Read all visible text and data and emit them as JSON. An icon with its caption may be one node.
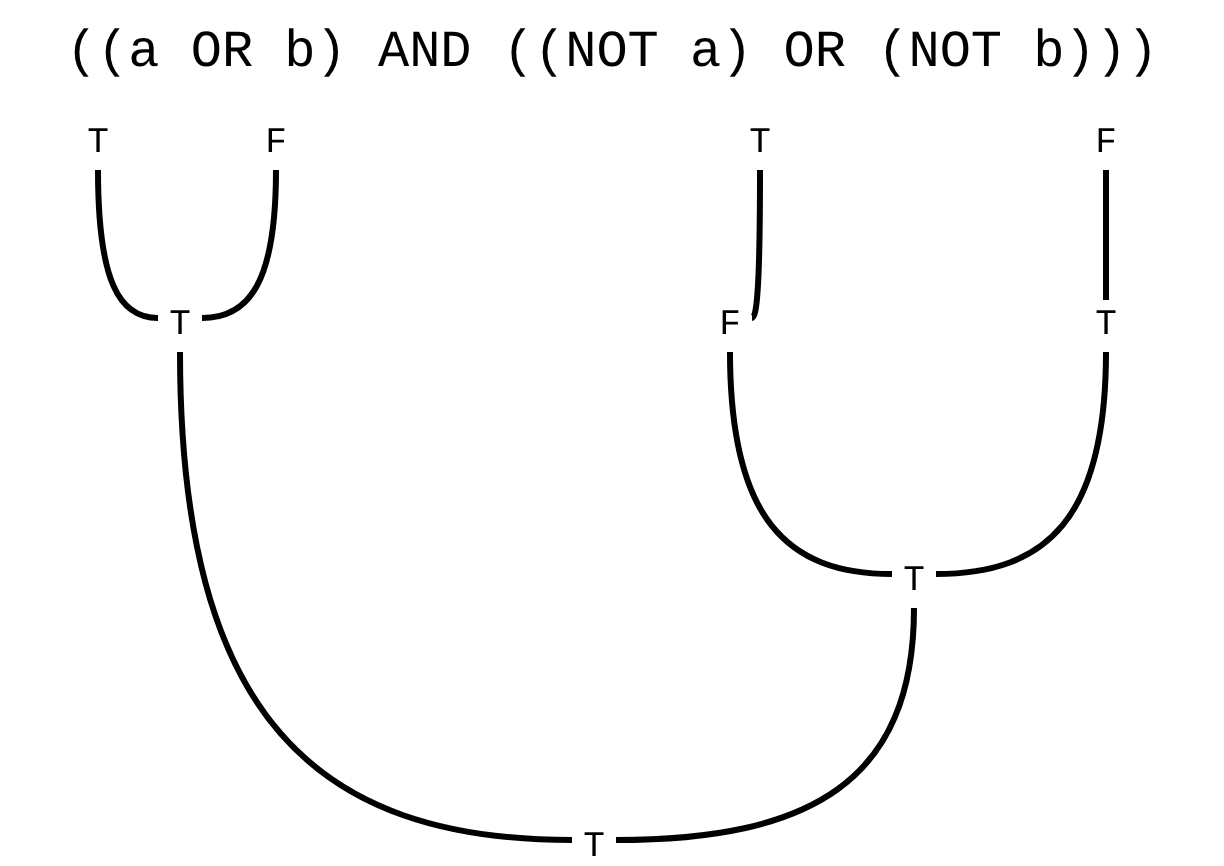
{
  "diagram": {
    "title": "((a OR b) AND ((NOT a) OR (NOT b)))",
    "nodes": [
      {
        "text": [
          "T"
        ]
      },
      {
        "text": [
          "F"
        ]
      },
      {
        "text": [
          "T"
        ]
      },
      {
        "text": [
          "F"
        ]
      },
      {
        "text": [
          "T"
        ]
      },
      {
        "text": [
          "F"
        ]
      },
      {
        "text": [
          "T"
        ]
      },
      {
        "text": [
          "T"
        ]
      },
      {
        "text": [
          "T"
        ]
      }
    ],
    "edges": [
      {
        "from": 0,
        "to": 4,
        "arrow": "none"
      },
      {
        "from": 1,
        "to": 4,
        "arrow": "none"
      },
      {
        "from": 2,
        "to": 5,
        "arrow": "none"
      },
      {
        "from": 3,
        "to": 6,
        "arrow": "none"
      },
      {
        "from": 5,
        "to": 7,
        "arrow": "none"
      },
      {
        "from": 6,
        "to": 7,
        "arrow": "none"
      },
      {
        "from": 4,
        "to": 8,
        "arrow": "none"
      },
      {
        "from": 7,
        "to": 8,
        "arrow": "none"
      }
    ]
  }
}
